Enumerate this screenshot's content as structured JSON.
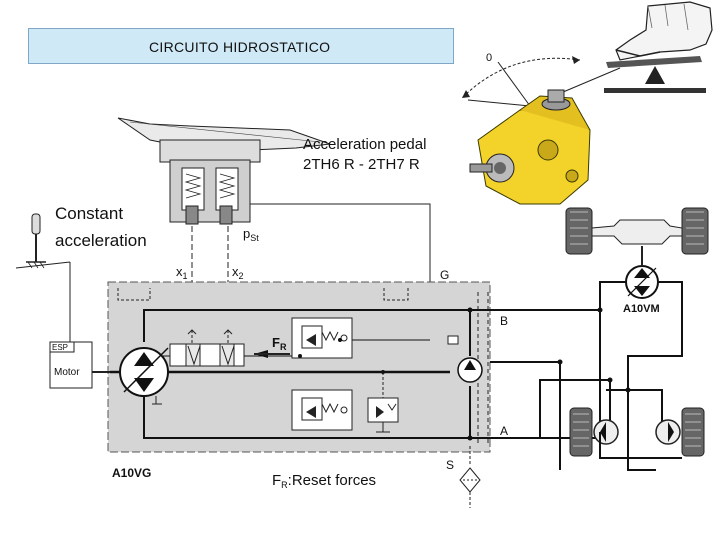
{
  "header": {
    "title": "CIRCUITO HIDROSTATICO"
  },
  "labels": {
    "accel_pedal_line1": "Acceleration pedal",
    "accel_pedal_line2": "2TH6 R - 2TH7 R",
    "constant_line1": "Constant",
    "constant_line2": "acceleration",
    "pst": "p",
    "pst_sub": "St",
    "x1": "x",
    "x1_sub": "1",
    "x2": "x",
    "x2_sub": "2",
    "g": "G",
    "b": "B",
    "a": "A",
    "s": "S",
    "fr": "F",
    "fr_sub": "R",
    "esp": "ESP",
    "motor": "Motor",
    "a10vm": "A10VM",
    "a10vg": "A10VG",
    "reset_forces": ":Reset forces",
    "reset_f": "F",
    "reset_sub": "R",
    "angle_zero": "0"
  }
}
